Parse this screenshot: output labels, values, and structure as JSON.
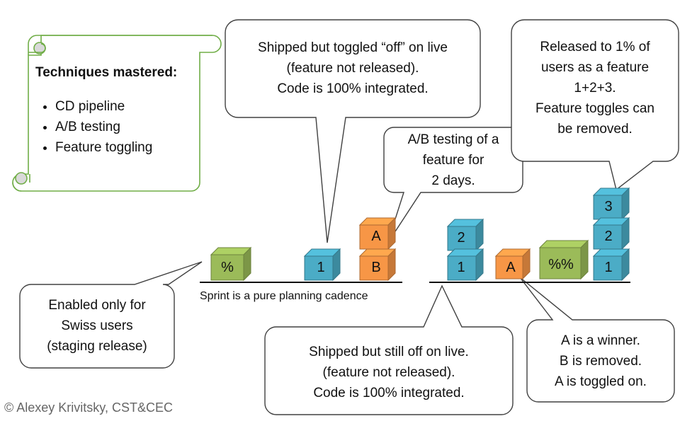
{
  "scroll": {
    "title": "Techniques mastered:",
    "items": [
      "CD pipeline",
      "A/B testing",
      "Feature toggling"
    ]
  },
  "callouts": {
    "shipped_off": [
      "Shipped but toggled “off” on live",
      "(feature not released).",
      "Code is 100% integrated."
    ],
    "ab_testing": [
      "A/B testing of a",
      "feature for",
      "2 days."
    ],
    "released": [
      "Released to 1% of",
      "users as a feature",
      "1+2+3.",
      "Feature toggles can",
      "be removed."
    ],
    "swiss": [
      "Enabled only for",
      "Swiss users",
      "(staging release)"
    ],
    "shipped_still_off": [
      "Shipped but still off on live.",
      "(feature not released).",
      "Code is 100% integrated."
    ],
    "winner": [
      "A is a winner.",
      "B is removed.",
      "A is toggled on."
    ]
  },
  "blocks": {
    "pct": "%",
    "one_left": "1",
    "a_left": "A",
    "b_left": "B",
    "two_mid": "2",
    "one_mid": "1",
    "a_right": "A",
    "pctpct": "%%",
    "three_right": "3",
    "two_right": "2",
    "one_right": "1"
  },
  "colors": {
    "blue": "#4bacc6",
    "orange": "#f79646",
    "green": "#9bbb59",
    "scroll_border": "#70ad47"
  },
  "caption": "Sprint is a pure planning cadence",
  "copyright": "© Alexey Krivitsky, CST&CEC"
}
